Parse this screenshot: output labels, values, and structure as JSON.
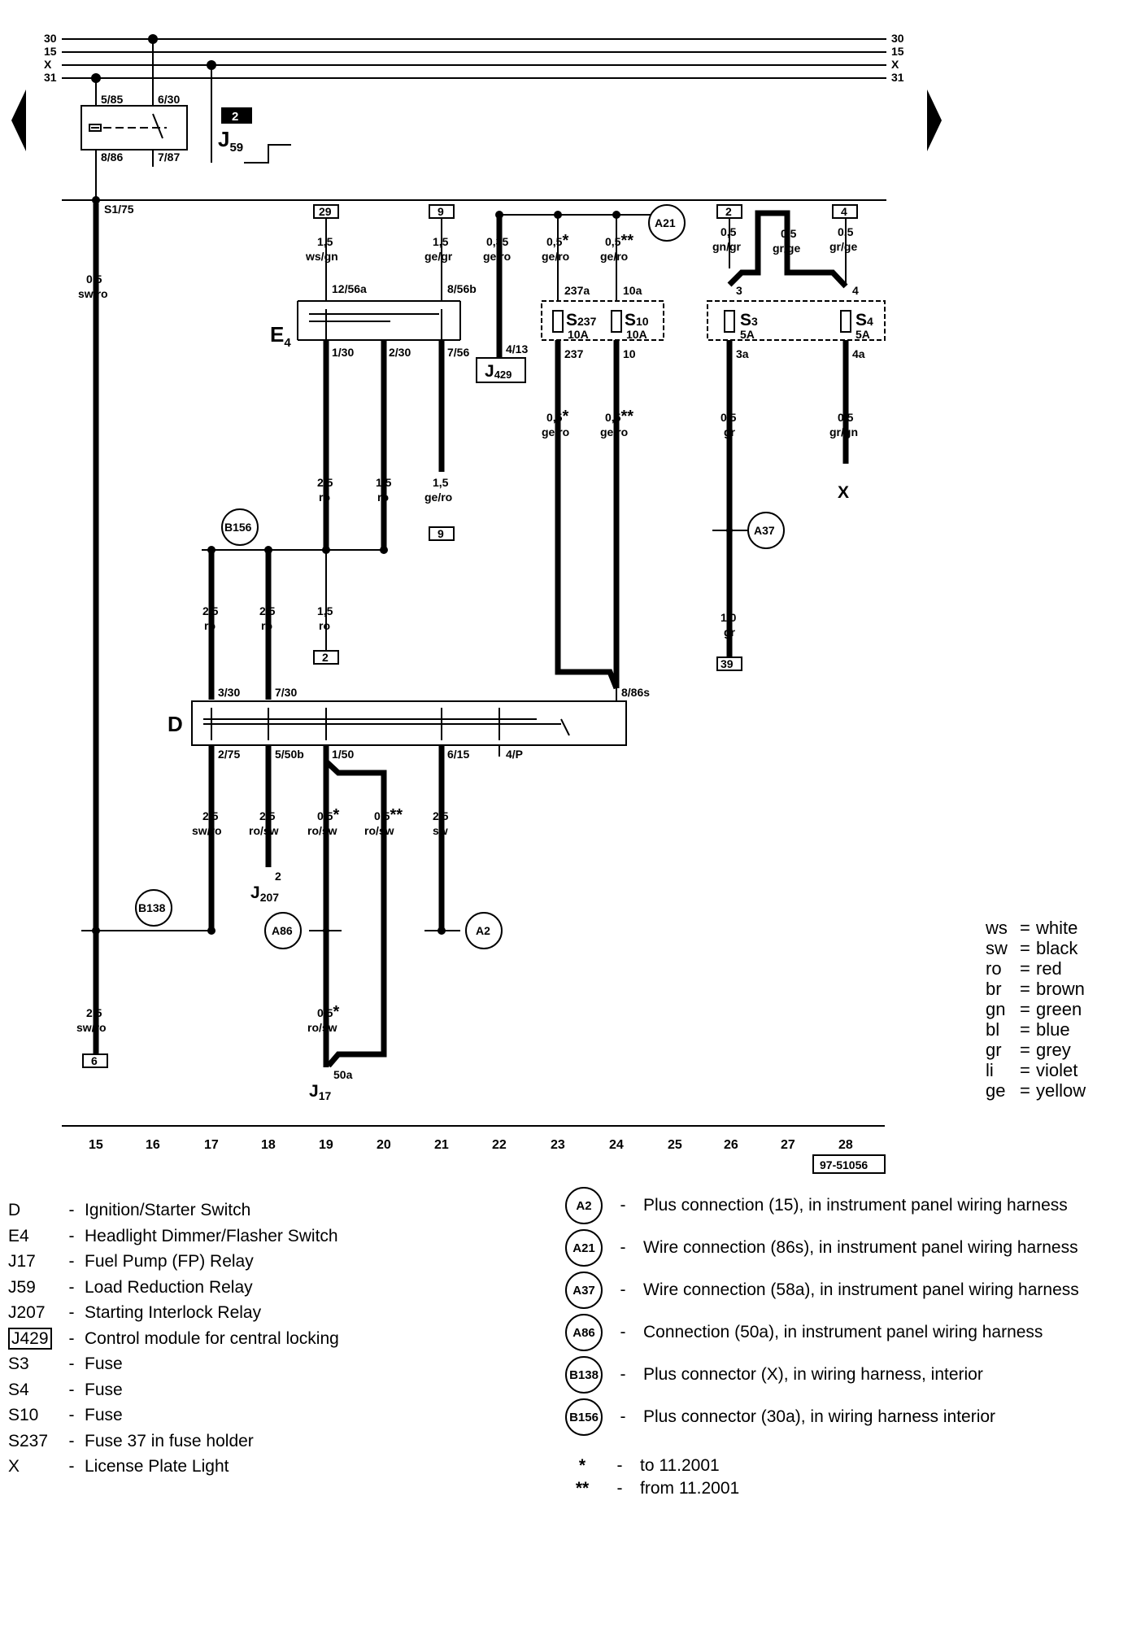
{
  "bus_lines": [
    "30",
    "15",
    "X",
    "31"
  ],
  "ref_number": "97-51056",
  "track_numbers": [
    "15",
    "16",
    "17",
    "18",
    "19",
    "20",
    "21",
    "22",
    "23",
    "24",
    "25",
    "26",
    "27",
    "28"
  ],
  "components": {
    "J59": {
      "main": "J",
      "sub": "59",
      "badge": "2",
      "pins": [
        "5/85",
        "6/30",
        "8/86",
        "7/87"
      ]
    },
    "E4": {
      "main": "E",
      "sub": "4",
      "pins": [
        "12/56a",
        "8/56b",
        "1/30",
        "2/30",
        "7/56"
      ]
    },
    "J429": {
      "main": "J",
      "sub": "429",
      "pin": "4/13"
    },
    "S237": {
      "main": "S",
      "sub": "237",
      "rating": "10A",
      "pin_in": "237a",
      "pin_out": "237"
    },
    "S10": {
      "main": "S",
      "sub": "10",
      "rating": "10A",
      "pin_in": "10a",
      "pin_out": "10"
    },
    "S3": {
      "main": "S",
      "sub": "3",
      "rating": "5A",
      "pin_in": "3",
      "pin_out": "3a"
    },
    "S4": {
      "main": "S",
      "sub": "4",
      "rating": "5A",
      "pin_in": "4",
      "pin_out": "4a"
    },
    "D": {
      "main": "D",
      "pins_top": [
        "3/30",
        "7/30",
        "8/86s"
      ],
      "pins_bottom": [
        "2/75",
        "5/50b",
        "1/50",
        "6/15",
        "4/P"
      ]
    },
    "J207": {
      "main": "J",
      "sub": "207",
      "pin": "2"
    },
    "J17": {
      "main": "J",
      "sub": "17",
      "pin": "50a"
    },
    "S1_75": "S1/75",
    "X_lamp": "X"
  },
  "connectors": {
    "top": [
      "29",
      "9",
      "2",
      "4"
    ],
    "bottom": [
      "9",
      "2",
      "39",
      "6"
    ]
  },
  "wires": {
    "w_s175": {
      "size": "0,5",
      "color": "sw/ro"
    },
    "w_29": {
      "size": "1,5",
      "color": "ws/gn"
    },
    "w_9": {
      "size": "1,5",
      "color": "ge/gr"
    },
    "w_j429": {
      "size": "0,35",
      "color": "ge/ro"
    },
    "w_237a": {
      "size": "0,5",
      "color": "ge/ro",
      "mark": "*"
    },
    "w_10a": {
      "size": "0,5",
      "color": "ge/ro",
      "mark": "**"
    },
    "w_c2": {
      "size": "0,5",
      "color": "gn/gr"
    },
    "w_mid27": {
      "size": "0,5",
      "color": "gr/ge"
    },
    "w_c4": {
      "size": "0,5",
      "color": "gr/ge"
    },
    "w_237": {
      "size": "0,5",
      "color": "ge/ro",
      "mark": "*"
    },
    "w_10": {
      "size": "0,5",
      "color": "ge/ro",
      "mark": "**"
    },
    "w_3a": {
      "size": "0,5",
      "color": "gr"
    },
    "w_4a": {
      "size": "0,5",
      "color": "gr/gn"
    },
    "w_130": {
      "size": "2,5",
      "color": "ro"
    },
    "w_230": {
      "size": "1,5",
      "color": "ro"
    },
    "w_756": {
      "size": "1,5",
      "color": "ge/ro"
    },
    "w_17a": {
      "size": "2,5",
      "color": "ro"
    },
    "w_18a": {
      "size": "2,5",
      "color": "ro"
    },
    "w_19a": {
      "size": "1,5",
      "color": "ro"
    },
    "w_26b": {
      "size": "1,0",
      "color": "gr"
    },
    "w_275": {
      "size": "2,5",
      "color": "sw/ro"
    },
    "w_550b": {
      "size": "2,5",
      "color": "ro/sw"
    },
    "w_150a": {
      "size": "0,5",
      "color": "ro/sw",
      "mark": "*"
    },
    "w_150b": {
      "size": "0,5",
      "color": "ro/sw",
      "mark": "**"
    },
    "w_615": {
      "size": "2,5",
      "color": "sw"
    },
    "w_19c": {
      "size": "0,5",
      "color": "ro/sw",
      "mark": "*"
    },
    "w_15b": {
      "size": "2,5",
      "color": "sw/ro"
    }
  },
  "nodes": {
    "A21": "A21",
    "B156": "B156",
    "A37": "A37",
    "B138": "B138",
    "A86": "A86",
    "A2": "A2"
  },
  "color_key": [
    {
      "code": "ws",
      "name": "white"
    },
    {
      "code": "sw",
      "name": "black"
    },
    {
      "code": "ro",
      "name": "red"
    },
    {
      "code": "br",
      "name": "brown"
    },
    {
      "code": "gn",
      "name": "green"
    },
    {
      "code": "bl",
      "name": "blue"
    },
    {
      "code": "gr",
      "name": "grey"
    },
    {
      "code": "li",
      "name": "violet"
    },
    {
      "code": "ge",
      "name": "yellow"
    }
  ],
  "legend_components": [
    {
      "code": "D",
      "desc": "Ignition/Starter Switch"
    },
    {
      "code": "E4",
      "desc": "Headlight Dimmer/Flasher Switch"
    },
    {
      "code": "J17",
      "desc": "Fuel Pump (FP) Relay"
    },
    {
      "code": "J59",
      "desc": "Load Reduction Relay"
    },
    {
      "code": "J207",
      "desc": "Starting Interlock Relay"
    },
    {
      "code": "J429",
      "desc": "Control module for central locking"
    },
    {
      "code": "S3",
      "desc": "Fuse"
    },
    {
      "code": "S4",
      "desc": "Fuse"
    },
    {
      "code": "S10",
      "desc": "Fuse"
    },
    {
      "code": "S237",
      "desc": "Fuse 37 in fuse holder"
    },
    {
      "code": "X",
      "desc": "License Plate Light"
    }
  ],
  "legend_connections": [
    {
      "code": "A2",
      "desc": "Plus connection (15), in instrument panel wiring harness"
    },
    {
      "code": "A21",
      "desc": "Wire connection (86s), in instrument panel wiring harness"
    },
    {
      "code": "A37",
      "desc": "Wire connection (58a), in instrument panel wiring harness"
    },
    {
      "code": "A86",
      "desc": "Connection (50a), in instrument panel wiring harness"
    },
    {
      "code": "B138",
      "desc": "Plus connector (X), in wiring harness, interior"
    },
    {
      "code": "B156",
      "desc": "Plus connector (30a), in wiring harness interior"
    }
  ],
  "notes": [
    {
      "mark": "*",
      "desc": "to 11.2001"
    },
    {
      "mark": "**",
      "desc": "from 11.2001"
    }
  ]
}
